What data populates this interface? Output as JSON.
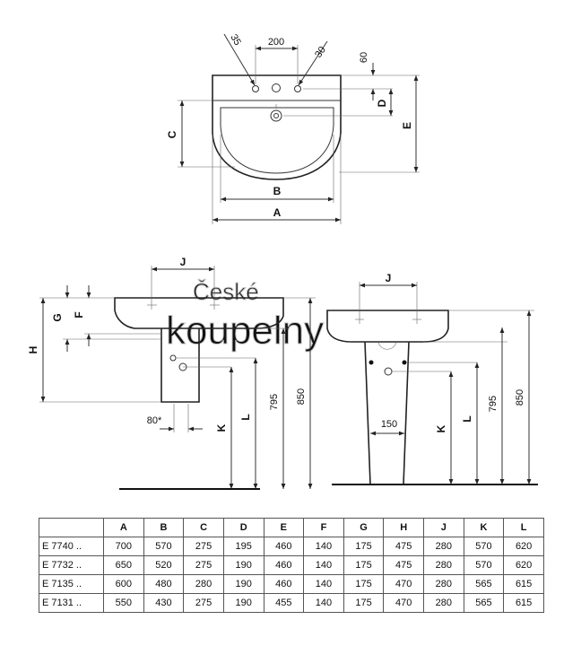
{
  "top_view": {
    "dims": {
      "d35": "35",
      "d200": "200",
      "d30": "30",
      "d60": "60"
    },
    "letters": {
      "A": "A",
      "B": "B",
      "C": "C",
      "D": "D",
      "E": "E"
    }
  },
  "side_view": {
    "letters": {
      "J": "J",
      "G": "G",
      "F": "F",
      "H": "H",
      "K": "K",
      "L": "L"
    },
    "dims": {
      "d80": "80*",
      "d795": "795",
      "d850": "850"
    }
  },
  "front_view": {
    "letters": {
      "J": "J",
      "K": "K",
      "L": "L"
    },
    "dims": {
      "d150": "150",
      "d795": "795",
      "d850": "850"
    }
  },
  "watermark": {
    "line1": "České",
    "line2": "koupelny"
  },
  "table": {
    "headers": [
      "",
      "A",
      "B",
      "C",
      "D",
      "E",
      "F",
      "G",
      "H",
      "J",
      "K",
      "L"
    ],
    "rows": [
      [
        "E 7740 ..",
        "700",
        "570",
        "275",
        "195",
        "460",
        "140",
        "175",
        "475",
        "280",
        "570",
        "620"
      ],
      [
        "E 7732 ..",
        "650",
        "520",
        "275",
        "190",
        "460",
        "140",
        "175",
        "475",
        "280",
        "570",
        "620"
      ],
      [
        "E 7135 ..",
        "600",
        "480",
        "280",
        "190",
        "460",
        "140",
        "175",
        "470",
        "280",
        "565",
        "615"
      ],
      [
        "E 7131 ..",
        "550",
        "430",
        "275",
        "190",
        "455",
        "140",
        "175",
        "470",
        "280",
        "565",
        "615"
      ]
    ]
  }
}
